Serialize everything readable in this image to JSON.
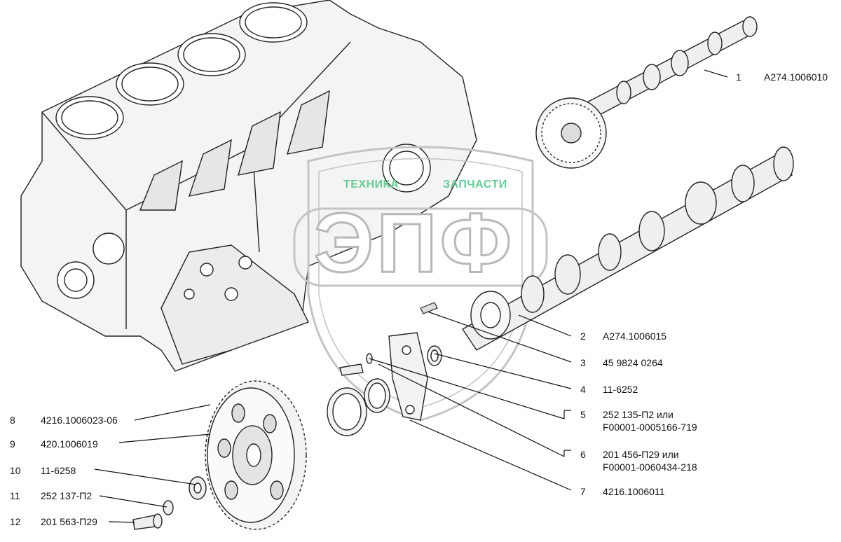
{
  "watermark": {
    "left_text": "ТЕХНИКА",
    "right_text": "ЗАПЧАСТИ",
    "logo": "ЭПФ"
  },
  "callouts": [
    {
      "number": "1",
      "lines": [
        "А274.1006010"
      ]
    },
    {
      "number": "2",
      "lines": [
        "А274.1006015"
      ]
    },
    {
      "number": "3",
      "lines": [
        "45 9824 0264"
      ]
    },
    {
      "number": "4",
      "lines": [
        "11-6252"
      ]
    },
    {
      "number": "5",
      "lines": [
        "252 135-П2 или",
        "F00001-0005166-719"
      ]
    },
    {
      "number": "6",
      "lines": [
        "201 456-П29 или",
        "F00001-0060434-218"
      ]
    },
    {
      "number": "7",
      "lines": [
        "4216.1006011"
      ]
    },
    {
      "number": "8",
      "lines": [
        "4216.1006023-06"
      ]
    },
    {
      "number": "9",
      "lines": [
        "420.1006019"
      ]
    },
    {
      "number": "10",
      "lines": [
        "11-6258"
      ]
    },
    {
      "number": "11",
      "lines": [
        "252 137-П2"
      ]
    },
    {
      "number": "12",
      "lines": [
        "201 563-П29"
      ]
    }
  ]
}
